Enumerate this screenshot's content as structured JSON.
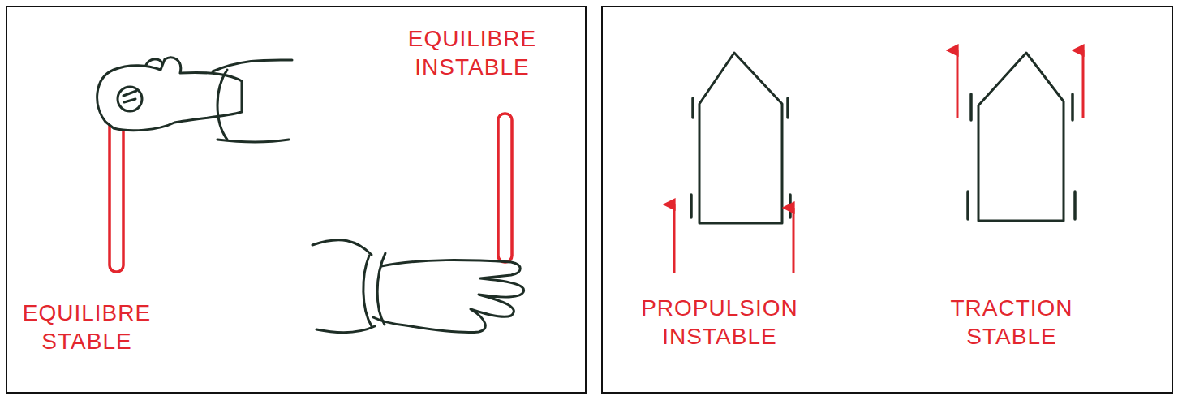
{
  "diagram": {
    "labels": [
      "EQUILIBRE INSTABLE",
      "EQUILIBRE STABLE",
      "PROPULSION INSTABLE",
      "TRACTION STABLE"
    ]
  }
}
